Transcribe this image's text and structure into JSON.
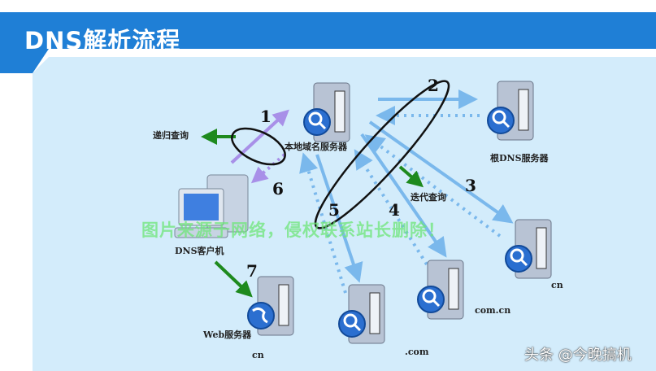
{
  "title": "DNS解析流程",
  "labels": {
    "recursive": "递归查询",
    "local_server": "本地域名服务器",
    "root_server": "根DNS服务器",
    "iterative": "迭代查询",
    "client": "DNS客户机",
    "web_server": "Web服务器",
    "cn_web": "cn",
    "com": ".com",
    "com_cn": "com.cn",
    "cn": "cn"
  },
  "steps": [
    "1",
    "2",
    "3",
    "4",
    "5",
    "6",
    "7"
  ],
  "watermark": "图片来源于网络，侵权联系站长删除！",
  "credit": "头条 @今晚搞机",
  "colors": {
    "banner": "#1f7fd6",
    "panel": "#d3ecfb",
    "arrow": "#7ab8ec",
    "green": "#1e8a1e",
    "purple": "#a890e8"
  }
}
